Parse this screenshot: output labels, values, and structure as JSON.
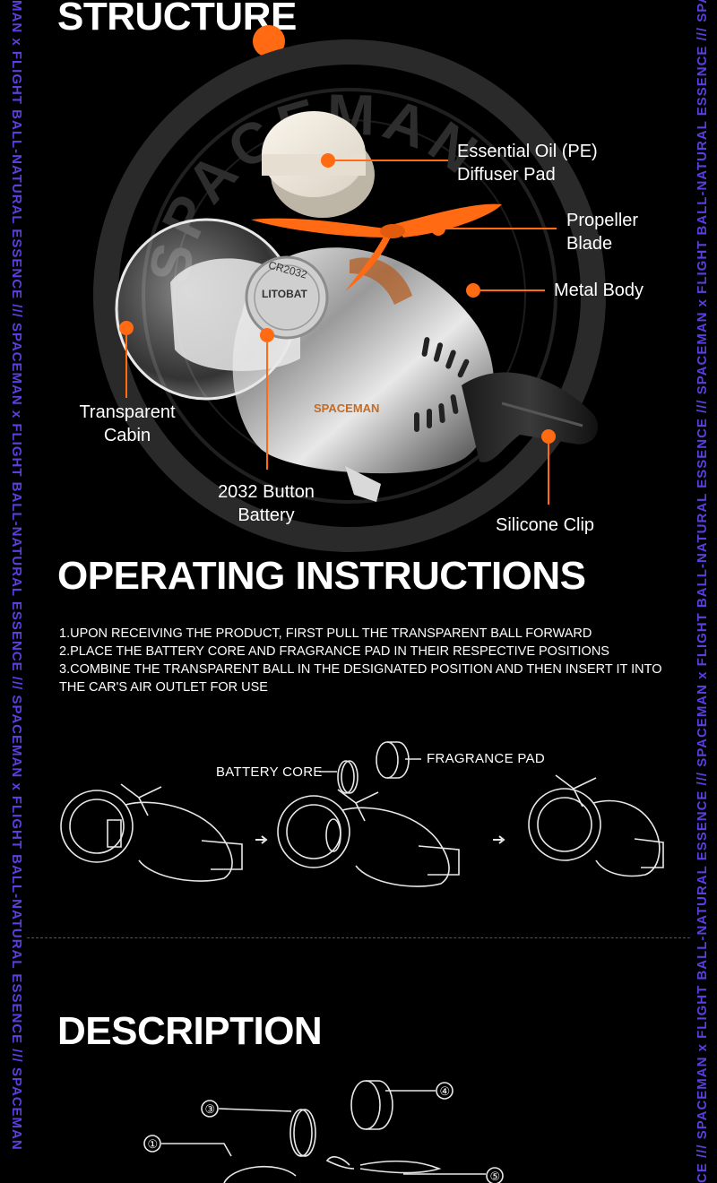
{
  "side": {
    "left_text": "MAN  x  FLIGHT BALL-NATURAL ESSENCE  ///  SPACEMAN  x  FLIGHT BALL-NATURAL ESSENCE  ///  SPACEMAN  x  FLIGHT BALL-NATURAL ESSENCE  ///  SPACEMAN",
    "right_text": "CE  ///  SPACEMAN  x  FLIGHT BALL-NATURAL ESSENCE  ///  SPACEMAN  x  FLIGHT BALL-NATURAL ESSENCE  ///  SPACEMAN  x  FLIGHT BALL-NATURAL ESSENCE  ///  SPACEMAN"
  },
  "structure": {
    "title": "STRUCTURE",
    "watermark": "SPACEMAN",
    "labels": {
      "essential_oil": "Essential Oil (PE)\nDiffuser Pad",
      "propeller": "Propeller\nBlade",
      "metal_body": "Metal Body",
      "cabin": "Transparent\nCabin",
      "battery": "2032 Button\nBattery",
      "clip": "Silicone Clip"
    },
    "battery_text": {
      "model": "CR2032",
      "brand": "LITOBAT"
    }
  },
  "instructions": {
    "title": "OPERATING INSTRUCTIONS",
    "steps": [
      "1.UPON RECEIVING THE PRODUCT, FIRST PULL THE TRANSPARENT BALL FORWARD",
      "2.PLACE THE BATTERY CORE AND FRAGRANCE PAD IN THEIR RESPECTIVE POSITIONS",
      "3.COMBINE THE TRANSPARENT BALL IN THE DESIGNATED POSITION AND THEN INSERT IT INTO THE CAR'S AIR OUTLET FOR USE"
    ],
    "diagram": {
      "battery_core": "BATTERY CORE",
      "fragrance_pad": "FRAGRANCE PAD"
    }
  },
  "description": {
    "title": "DESCRIPTION",
    "callouts": [
      "①",
      "③",
      "④",
      "⑤"
    ]
  },
  "colors": {
    "accent": "#ff6a13",
    "side_text": "#5b3fe0",
    "background": "#000000"
  }
}
